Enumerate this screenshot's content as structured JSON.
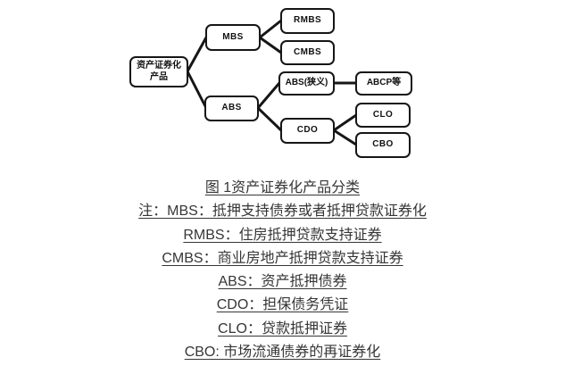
{
  "figure": {
    "caption": "图 1资产证券化产品分类",
    "notes": [
      "注：MBS：抵押支持债券或者抵押贷款证券化",
      "RMBS：住房抵押贷款支持证券",
      "CMBS：商业房地产抵押贷款支持证券",
      "ABS：资产抵押债券",
      "CDO：担保债务凭证",
      "CLO：贷款抵押证券",
      "CBO: 市场流通债券的再证券化"
    ]
  },
  "diagram": {
    "nodes": {
      "root": "资产证券化\n产品",
      "mbs": "MBS",
      "abs": "ABS",
      "rmbs": "RMBS",
      "cmbs": "CMBS",
      "abs_narrow": "ABS(狭义)",
      "abcp": "ABCP等",
      "cdo": "CDO",
      "clo": "CLO",
      "cbo": "CBO"
    },
    "edges": [
      {
        "from": "资产证券化产品",
        "to": "MBS"
      },
      {
        "from": "资产证券化产品",
        "to": "ABS"
      },
      {
        "from": "MBS",
        "to": "RMBS"
      },
      {
        "from": "MBS",
        "to": "CMBS"
      },
      {
        "from": "ABS",
        "to": "ABS(狭义)"
      },
      {
        "from": "ABS",
        "to": "CDO"
      },
      {
        "from": "ABS(狭义)",
        "to": "ABCP等"
      },
      {
        "from": "CDO",
        "to": "CLO"
      },
      {
        "from": "CDO",
        "to": "CBO"
      }
    ]
  },
  "colors": {
    "box_border": "#161616",
    "box_fill": "#ffffff",
    "connector": "#161616",
    "note_text": "#363636",
    "background": "#ffffff"
  }
}
